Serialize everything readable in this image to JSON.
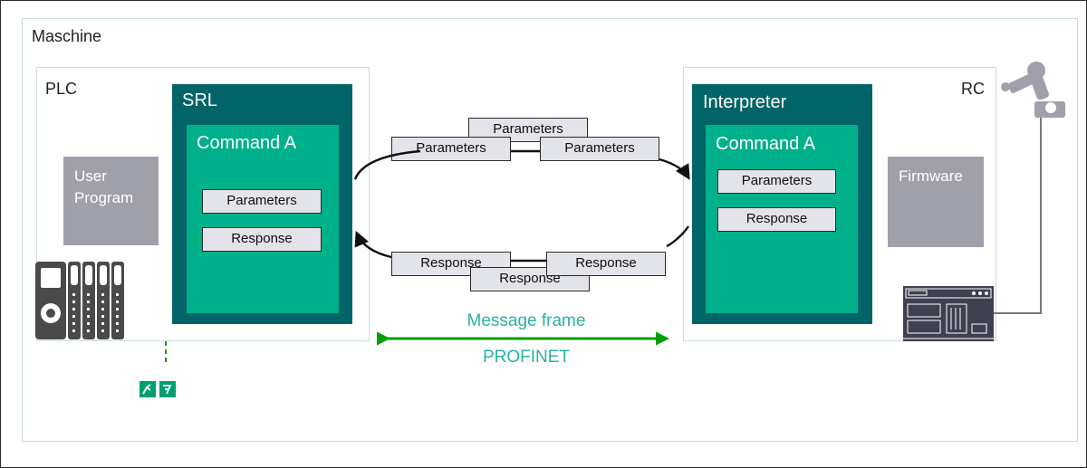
{
  "machine_label": "Maschine",
  "plc": {
    "label": "PLC",
    "user_program": "User\nProgram",
    "srl": {
      "title": "SRL",
      "command": "Command A",
      "parameters": "Parameters",
      "response": "Response"
    }
  },
  "rc": {
    "label": "RC",
    "firmware": "Firmware",
    "interpreter": {
      "title": "Interpreter",
      "command": "Command A",
      "parameters": "Parameters",
      "response": "Response"
    }
  },
  "messages": {
    "parameters": [
      "Parameters",
      "Parameters",
      "Parameters"
    ],
    "responses": [
      "Response",
      "Response",
      "Response"
    ]
  },
  "link": {
    "message_frame": "Message frame",
    "protocol": "PROFINET"
  },
  "colors": {
    "dark_teal": "#006468",
    "green": "#00b08a",
    "grey": "#a0a0aa",
    "arrow_green": "#00a000",
    "text_teal": "#2ab2a2"
  }
}
